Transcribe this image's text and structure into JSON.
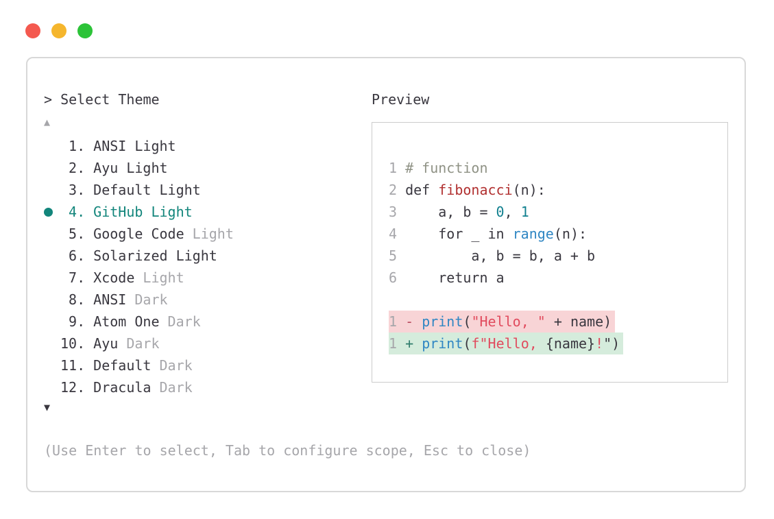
{
  "window": {
    "controls": [
      "close",
      "minimize",
      "maximize"
    ]
  },
  "colors": {
    "text": "#39373f",
    "muted": "#a6a6aa",
    "accent": "#12857b",
    "comment": "#8f9285",
    "func": "#b13030",
    "number": "#11808f",
    "call": "#2f86c3",
    "string": "#e14b5e",
    "minus": "#b94b5e",
    "plus": "#2f7c6b",
    "removed-bg": "#f8d4d6",
    "added-bg": "#d5ecdc",
    "border": "#d8d8d8",
    "border-inner": "#cccccc",
    "light-red": "#f4594f",
    "light-yellow": "#f5b62d",
    "light-green": "#2cc338"
  },
  "picker": {
    "prompt_symbol": "> ",
    "title": "Select Theme",
    "scroll_up_symbol": "▲",
    "scroll_down_symbol": "▼",
    "items": [
      {
        "num": "1",
        "label": "ANSI Light",
        "muted": "",
        "selected": false
      },
      {
        "num": "2",
        "label": "Ayu Light",
        "muted": "",
        "selected": false
      },
      {
        "num": "3",
        "label": "Default Light",
        "muted": "",
        "selected": false
      },
      {
        "num": "4",
        "label": "GitHub Light",
        "muted": "",
        "selected": true
      },
      {
        "num": "5",
        "label": "Google Code",
        "muted": "Light",
        "selected": false
      },
      {
        "num": "6",
        "label": "Solarized Light",
        "muted": "",
        "selected": false
      },
      {
        "num": "7",
        "label": "Xcode",
        "muted": "Light",
        "selected": false
      },
      {
        "num": "8",
        "label": "ANSI",
        "muted": "Dark",
        "selected": false
      },
      {
        "num": "9",
        "label": "Atom One",
        "muted": "Dark",
        "selected": false
      },
      {
        "num": "10",
        "label": "Ayu",
        "muted": "Dark",
        "selected": false
      },
      {
        "num": "11",
        "label": "Default",
        "muted": "Dark",
        "selected": false
      },
      {
        "num": "12",
        "label": "Dracula",
        "muted": "Dark",
        "selected": false
      }
    ],
    "help": "(Use Enter to select, Tab to configure scope, Esc to close)"
  },
  "preview": {
    "title": "Preview",
    "code_lines": [
      {
        "n": "1",
        "tokens": [
          {
            "t": "# function",
            "c": "comment"
          }
        ]
      },
      {
        "n": "2",
        "tokens": [
          {
            "t": "def ",
            "c": "text"
          },
          {
            "t": "fibonacci",
            "c": "func"
          },
          {
            "t": "(n):",
            "c": "text"
          }
        ]
      },
      {
        "n": "3",
        "tokens": [
          {
            "t": "    a, b = ",
            "c": "text"
          },
          {
            "t": "0",
            "c": "num"
          },
          {
            "t": ", ",
            "c": "text"
          },
          {
            "t": "1",
            "c": "num"
          }
        ]
      },
      {
        "n": "4",
        "tokens": [
          {
            "t": "    for _ in ",
            "c": "text"
          },
          {
            "t": "range",
            "c": "call"
          },
          {
            "t": "(n):",
            "c": "text"
          }
        ]
      },
      {
        "n": "5",
        "tokens": [
          {
            "t": "        a, b = b, a + b",
            "c": "text"
          }
        ]
      },
      {
        "n": "6",
        "tokens": [
          {
            "t": "    return a",
            "c": "text"
          }
        ]
      }
    ],
    "diff_lines": [
      {
        "n": "1",
        "kind": "removed",
        "tokens": [
          {
            "t": "- ",
            "c": "minus"
          },
          {
            "t": "print",
            "c": "call"
          },
          {
            "t": "(",
            "c": "text"
          },
          {
            "t": "\"Hello, \"",
            "c": "string"
          },
          {
            "t": " + name)",
            "c": "text"
          }
        ]
      },
      {
        "n": "1",
        "kind": "added",
        "tokens": [
          {
            "t": "+ ",
            "c": "plus"
          },
          {
            "t": "print",
            "c": "call"
          },
          {
            "t": "(",
            "c": "text"
          },
          {
            "t": "f\"Hello, ",
            "c": "string"
          },
          {
            "t": "{name}",
            "c": "text"
          },
          {
            "t": "!",
            "c": "string"
          },
          {
            "t": "\")",
            "c": "text"
          }
        ]
      }
    ]
  }
}
